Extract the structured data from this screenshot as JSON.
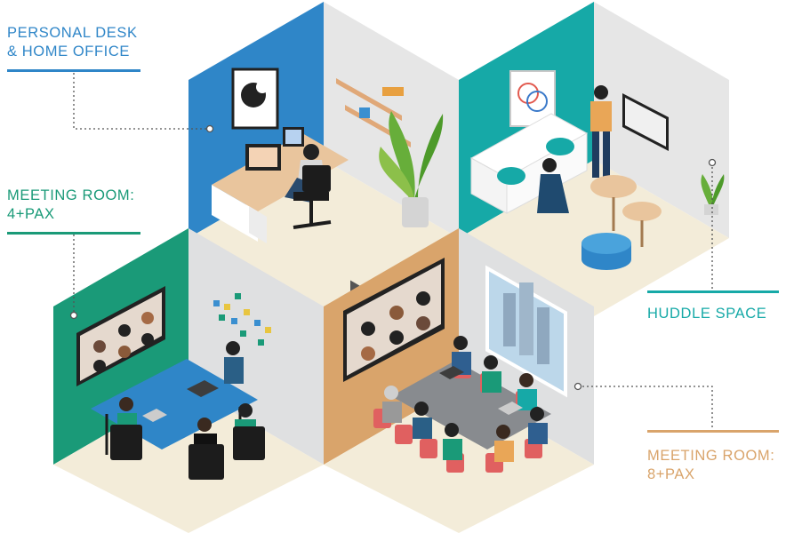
{
  "labels": {
    "personal_desk": "PERSONAL DESK\n& HOME OFFICE",
    "meeting_small": "MEETING ROOM:\n4+PAX",
    "huddle": "HUDDLE SPACE",
    "meeting_large": "MEETING ROOM:\n8+PAX"
  },
  "colors": {
    "personal_desk": "#2f86c8",
    "meeting_small": "#1a9a78",
    "huddle": "#16a9a7",
    "meeting_large": "#d9a46b",
    "floor": "#f3ecd9",
    "side_wall": "#d6d8d9",
    "back_wall": "#e7e7e7"
  }
}
